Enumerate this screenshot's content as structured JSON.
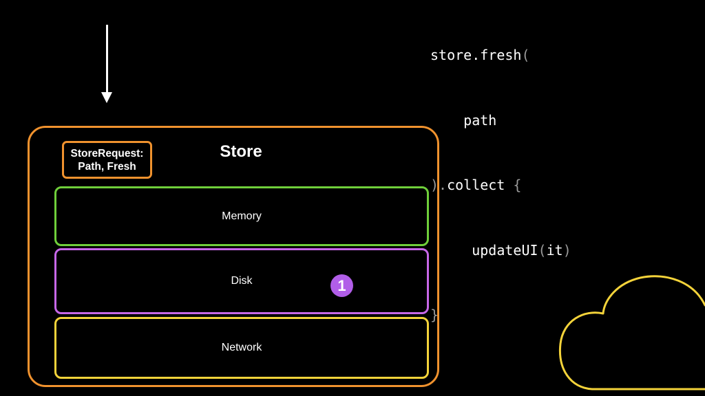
{
  "code": {
    "lines": [
      {
        "text": "store.fresh",
        "punct": "("
      },
      {
        "text": "    path",
        "punct": ""
      },
      {
        "text": "",
        "punct": ").",
        "tail": "collect ",
        "tail_punct": "{"
      },
      {
        "text": "     updateUI",
        "punct": "(",
        "tail": "it",
        "tail_punct": ")"
      },
      {
        "text": "",
        "punct": "}"
      }
    ]
  },
  "store": {
    "title": "Store",
    "request": {
      "line1": "StoreRequest:",
      "line2": "Path, Fresh"
    },
    "layers": {
      "memory": "Memory",
      "disk": "Disk",
      "network": "Network"
    },
    "badge": "1"
  },
  "colors": {
    "store_border": "#f0922e",
    "memory_border": "#6fcf3a",
    "disk_border": "#c767e8",
    "network_border": "#f4d33a",
    "badge_fill": "#b15ee8",
    "cloud_stroke": "#f4d33a"
  }
}
